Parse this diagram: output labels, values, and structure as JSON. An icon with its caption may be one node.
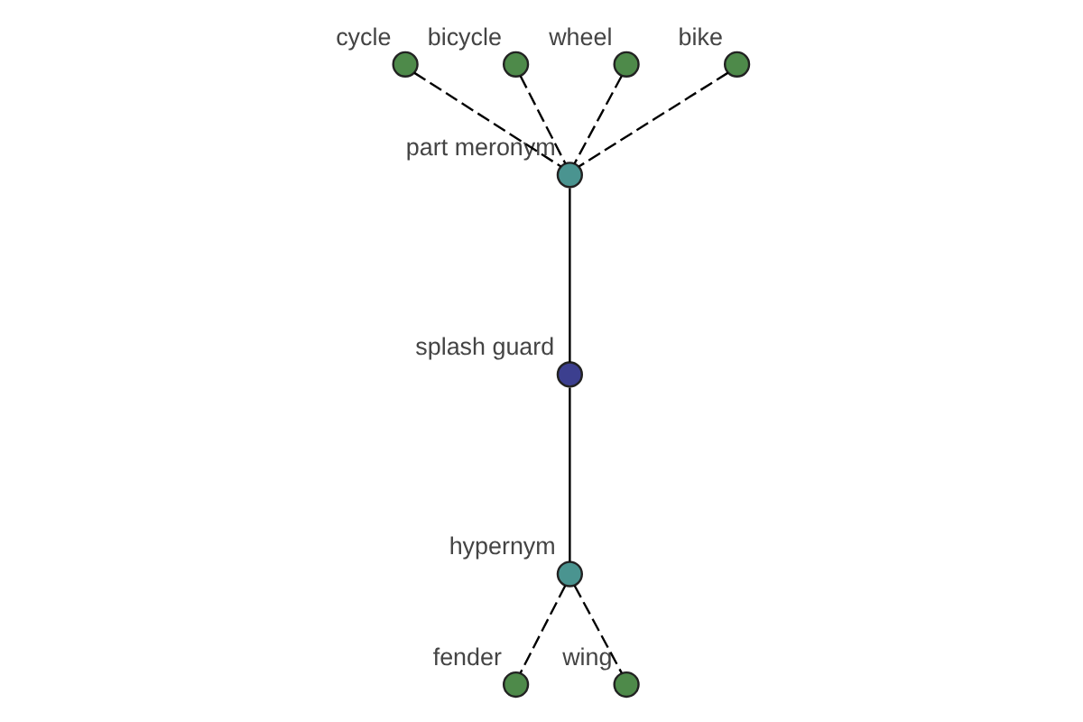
{
  "diagram": {
    "nodes": [
      {
        "text": [
          "cycle"
        ]
      },
      {
        "text": [
          "bicycle"
        ]
      },
      {
        "text": [
          "wheel"
        ]
      },
      {
        "text": [
          "bike"
        ]
      },
      {
        "text": [
          "part meronym"
        ]
      },
      {
        "text": [
          "splash guard"
        ]
      },
      {
        "text": [
          "hypernym"
        ]
      },
      {
        "text": [
          "fender"
        ]
      },
      {
        "text": [
          "wing"
        ]
      }
    ],
    "edges": [
      {
        "from": 0,
        "to": 4,
        "arrow": "none",
        "style": "dashed"
      },
      {
        "from": 1,
        "to": 4,
        "arrow": "none",
        "style": "dashed"
      },
      {
        "from": 2,
        "to": 4,
        "arrow": "none",
        "style": "dashed"
      },
      {
        "from": 3,
        "to": 4,
        "arrow": "none",
        "style": "dashed"
      },
      {
        "from": 4,
        "to": 5,
        "arrow": "none"
      },
      {
        "from": 5,
        "to": 6,
        "arrow": "none"
      },
      {
        "from": 6,
        "to": 7,
        "arrow": "none",
        "style": "dashed"
      },
      {
        "from": 6,
        "to": 8,
        "arrow": "none",
        "style": "dashed"
      }
    ]
  }
}
